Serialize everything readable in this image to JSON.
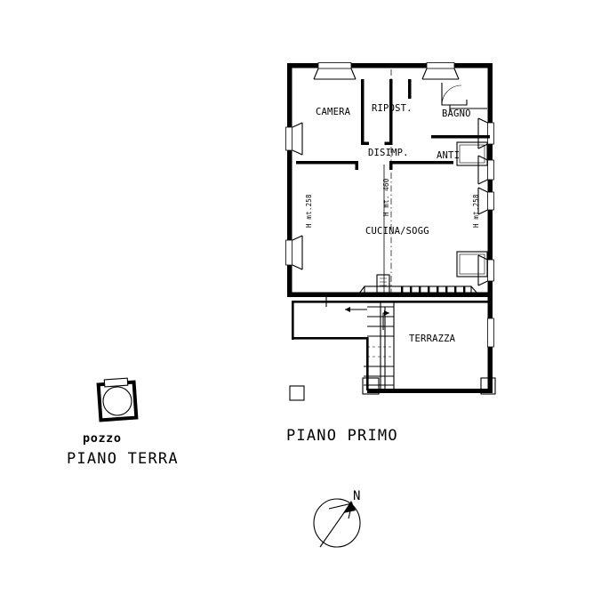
{
  "document": {
    "type": "architectural-floor-plan",
    "background_color": "#ffffff",
    "ink_color": "#000000"
  },
  "plans": [
    {
      "id": "piano-primo",
      "title": "PIANO PRIMO",
      "rooms": [
        {
          "id": "camera",
          "label": "CAMERA"
        },
        {
          "id": "ripostiglio",
          "label": "RIPOST."
        },
        {
          "id": "bagno",
          "label": "BAGNO"
        },
        {
          "id": "disimpegno",
          "label": "DISIMP."
        },
        {
          "id": "antibagno",
          "label": "ANTI"
        },
        {
          "id": "cucina-sogg",
          "label": "CUCINA/SOGG"
        },
        {
          "id": "terrazza",
          "label": "TERRAZZA"
        }
      ],
      "height_annotations": [
        {
          "id": "h-left",
          "label": "H mt.258"
        },
        {
          "id": "h-center",
          "label": "H mt. 460"
        },
        {
          "id": "h-right",
          "label": "H mt.258"
        }
      ]
    },
    {
      "id": "piano-terra",
      "title": "PIANO TERRA",
      "feature_label": "pozzo",
      "rooms": []
    }
  ],
  "compass": {
    "north_label": "N"
  }
}
